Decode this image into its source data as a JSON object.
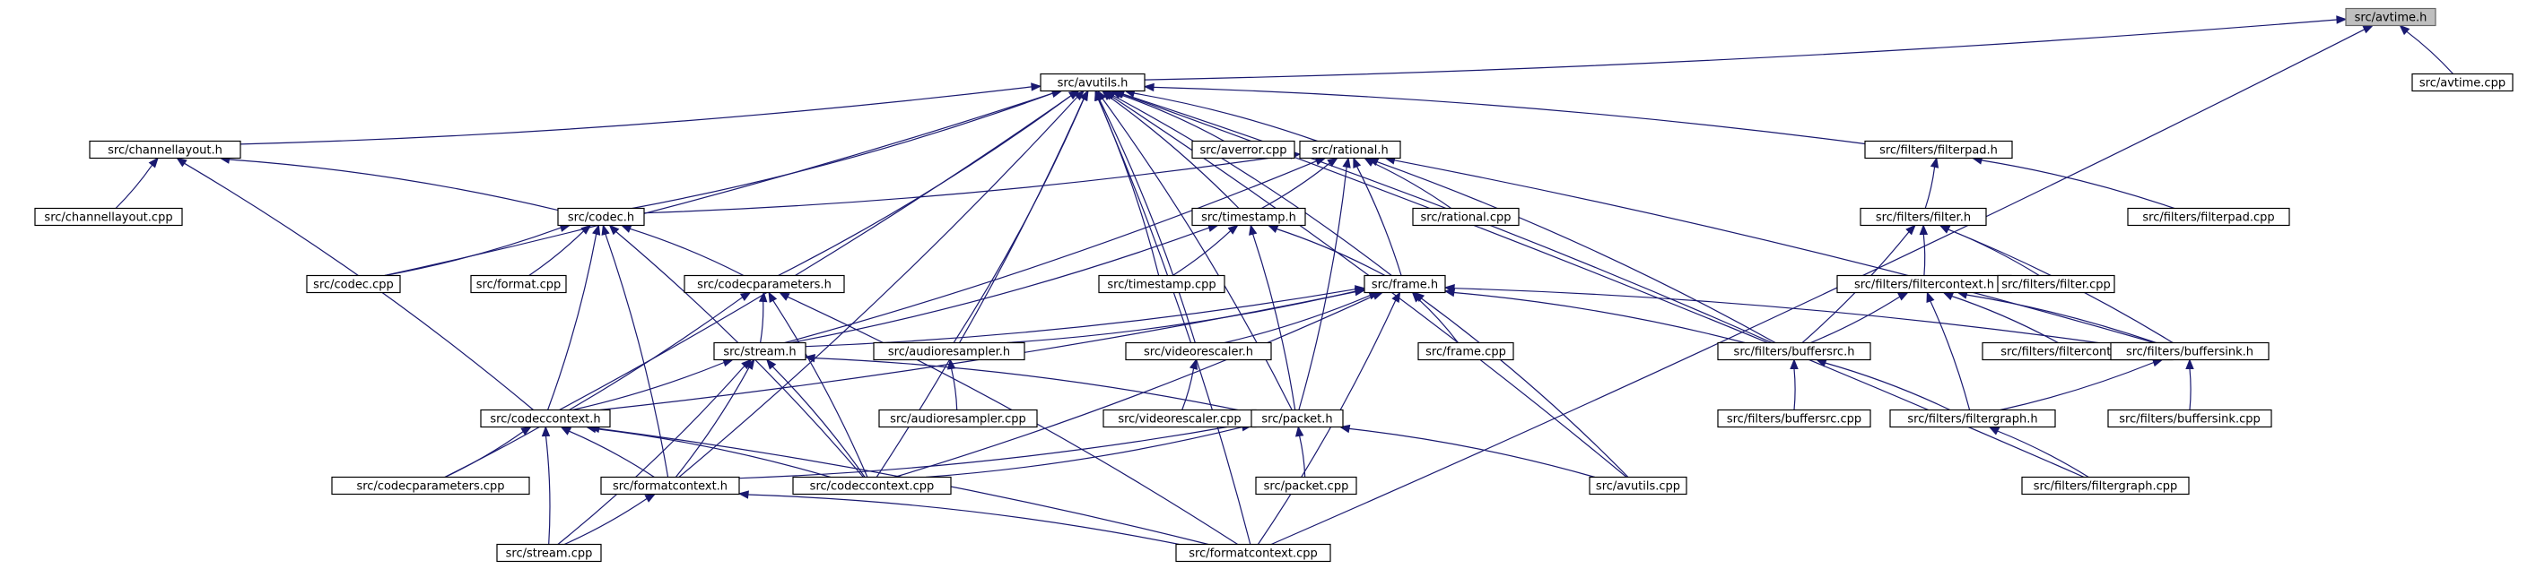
{
  "colors": {
    "edge": "#191970",
    "node_border": "#000000",
    "root_fill": "#bfbfbf",
    "root_border": "#666666"
  },
  "nodes": [
    {
      "id": "avtime_h",
      "label": "src/avtime.h",
      "root": true
    },
    {
      "id": "avutils_h",
      "label": "src/avutils.h"
    },
    {
      "id": "avtime_cpp",
      "label": "src/avtime.cpp"
    },
    {
      "id": "channellayout_h",
      "label": "src/channellayout.h"
    },
    {
      "id": "averror_cpp",
      "label": "src/averror.cpp"
    },
    {
      "id": "rational_h",
      "label": "src/rational.h"
    },
    {
      "id": "filterpad_h",
      "label": "src/filters/filterpad.h"
    },
    {
      "id": "channellayout_cpp",
      "label": "src/channellayout.cpp"
    },
    {
      "id": "codec_h",
      "label": "src/codec.h"
    },
    {
      "id": "timestamp_h",
      "label": "src/timestamp.h"
    },
    {
      "id": "rational_cpp",
      "label": "src/rational.cpp"
    },
    {
      "id": "filter_h",
      "label": "src/filters/filter.h"
    },
    {
      "id": "filterpad_cpp",
      "label": "src/filters/filterpad.cpp"
    },
    {
      "id": "codec_cpp",
      "label": "src/codec.cpp"
    },
    {
      "id": "format_cpp",
      "label": "src/format.cpp"
    },
    {
      "id": "codecparameters_h",
      "label": "src/codecparameters.h"
    },
    {
      "id": "timestamp_cpp",
      "label": "src/timestamp.cpp"
    },
    {
      "id": "frame_h",
      "label": "src/frame.h"
    },
    {
      "id": "filtercontext_h",
      "label": "src/filters/filtercontext.h"
    },
    {
      "id": "filter_cpp",
      "label": "src/filters/filter.cpp"
    },
    {
      "id": "stream_h",
      "label": "src/stream.h"
    },
    {
      "id": "audioresampler_h",
      "label": "src/audioresampler.h"
    },
    {
      "id": "videorescaler_h",
      "label": "src/videorescaler.h"
    },
    {
      "id": "frame_cpp",
      "label": "src/frame.cpp"
    },
    {
      "id": "buffersrc_h",
      "label": "src/filters/buffersrc.h"
    },
    {
      "id": "filtercontext_cpp",
      "label": "src/filters/filtercontext.cpp"
    },
    {
      "id": "buffersink_h",
      "label": "src/filters/buffersink.h"
    },
    {
      "id": "codeccontext_h",
      "label": "src/codeccontext.h"
    },
    {
      "id": "audioresampler_cpp",
      "label": "src/audioresampler.cpp"
    },
    {
      "id": "videorescaler_cpp",
      "label": "src/videorescaler.cpp"
    },
    {
      "id": "packet_h",
      "label": "src/packet.h"
    },
    {
      "id": "buffersrc_cpp",
      "label": "src/filters/buffersrc.cpp"
    },
    {
      "id": "filtergraph_h",
      "label": "src/filters/filtergraph.h"
    },
    {
      "id": "buffersink_cpp",
      "label": "src/filters/buffersink.cpp"
    },
    {
      "id": "codecparameters_cpp",
      "label": "src/codecparameters.cpp"
    },
    {
      "id": "formatcontext_h",
      "label": "src/formatcontext.h"
    },
    {
      "id": "codeccontext_cpp",
      "label": "src/codeccontext.cpp"
    },
    {
      "id": "packet_cpp",
      "label": "src/packet.cpp"
    },
    {
      "id": "avutils_cpp",
      "label": "src/avutils.cpp"
    },
    {
      "id": "filtergraph_cpp",
      "label": "src/filters/filtergraph.cpp"
    },
    {
      "id": "stream_cpp",
      "label": "src/stream.cpp"
    },
    {
      "id": "formatcontext_cpp",
      "label": "src/formatcontext.cpp"
    }
  ],
  "edges": [
    [
      "avtime_h",
      "avutils_h"
    ],
    [
      "avtime_h",
      "avtime_cpp"
    ],
    [
      "avtime_h",
      "formatcontext_cpp"
    ],
    [
      "avutils_h",
      "channellayout_h"
    ],
    [
      "avutils_h",
      "averror_cpp"
    ],
    [
      "avutils_h",
      "rational_h"
    ],
    [
      "avutils_h",
      "filterpad_h"
    ],
    [
      "avutils_h",
      "codec_h"
    ],
    [
      "avutils_h",
      "timestamp_h"
    ],
    [
      "avutils_h",
      "codec_cpp"
    ],
    [
      "avutils_h",
      "codecparameters_h"
    ],
    [
      "avutils_h",
      "timestamp_cpp"
    ],
    [
      "avutils_h",
      "frame_h"
    ],
    [
      "avutils_h",
      "audioresampler_h"
    ],
    [
      "avutils_h",
      "videorescaler_h"
    ],
    [
      "avutils_h",
      "buffersrc_h"
    ],
    [
      "avutils_h",
      "codeccontext_h"
    ],
    [
      "avutils_h",
      "packet_h"
    ],
    [
      "avutils_h",
      "formatcontext_h"
    ],
    [
      "avutils_h",
      "codeccontext_cpp"
    ],
    [
      "avutils_h",
      "avutils_cpp"
    ],
    [
      "avutils_h",
      "filtergraph_cpp"
    ],
    [
      "avutils_h",
      "formatcontext_cpp"
    ],
    [
      "channellayout_h",
      "channellayout_cpp"
    ],
    [
      "channellayout_h",
      "codec_h"
    ],
    [
      "channellayout_h",
      "codeccontext_h"
    ],
    [
      "rational_h",
      "codec_h"
    ],
    [
      "rational_h",
      "timestamp_h"
    ],
    [
      "rational_h",
      "rational_cpp"
    ],
    [
      "rational_h",
      "frame_h"
    ],
    [
      "rational_h",
      "stream_h"
    ],
    [
      "rational_h",
      "packet_h"
    ],
    [
      "rational_h",
      "buffersrc_h"
    ],
    [
      "rational_h",
      "buffersink_h"
    ],
    [
      "filterpad_h",
      "filter_h"
    ],
    [
      "filterpad_h",
      "filterpad_cpp"
    ],
    [
      "codec_h",
      "codec_cpp"
    ],
    [
      "codec_h",
      "format_cpp"
    ],
    [
      "codec_h",
      "codecparameters_h"
    ],
    [
      "codec_h",
      "codeccontext_h"
    ],
    [
      "codec_h",
      "codeccontext_cpp"
    ],
    [
      "codec_h",
      "formatcontext_h"
    ],
    [
      "timestamp_h",
      "timestamp_cpp"
    ],
    [
      "timestamp_h",
      "frame_h"
    ],
    [
      "timestamp_h",
      "stream_h"
    ],
    [
      "timestamp_h",
      "packet_h"
    ],
    [
      "filter_h",
      "filtercontext_h"
    ],
    [
      "filter_h",
      "filter_cpp"
    ],
    [
      "filter_h",
      "buffersrc_h"
    ],
    [
      "filter_h",
      "buffersink_h"
    ],
    [
      "codecparameters_h",
      "stream_h"
    ],
    [
      "codecparameters_h",
      "codecparameters_cpp"
    ],
    [
      "codecparameters_h",
      "codeccontext_cpp"
    ],
    [
      "codecparameters_h",
      "formatcontext_cpp"
    ],
    [
      "frame_h",
      "stream_h"
    ],
    [
      "frame_h",
      "audioresampler_h"
    ],
    [
      "frame_h",
      "videorescaler_h"
    ],
    [
      "frame_h",
      "frame_cpp"
    ],
    [
      "frame_h",
      "buffersrc_h"
    ],
    [
      "frame_h",
      "buffersink_h"
    ],
    [
      "frame_h",
      "codeccontext_h"
    ],
    [
      "frame_h",
      "codeccontext_cpp"
    ],
    [
      "frame_h",
      "avutils_cpp"
    ],
    [
      "frame_h",
      "formatcontext_cpp"
    ],
    [
      "filtercontext_h",
      "buffersrc_h"
    ],
    [
      "filtercontext_h",
      "filtercontext_cpp"
    ],
    [
      "filtercontext_h",
      "buffersink_h"
    ],
    [
      "filtercontext_h",
      "filtergraph_h"
    ],
    [
      "stream_h",
      "codeccontext_h"
    ],
    [
      "stream_h",
      "packet_h"
    ],
    [
      "stream_h",
      "formatcontext_h"
    ],
    [
      "stream_h",
      "codeccontext_cpp"
    ],
    [
      "stream_h",
      "stream_cpp"
    ],
    [
      "audioresampler_h",
      "audioresampler_cpp"
    ],
    [
      "videorescaler_h",
      "videorescaler_cpp"
    ],
    [
      "buffersrc_h",
      "buffersrc_cpp"
    ],
    [
      "buffersrc_h",
      "filtergraph_h"
    ],
    [
      "buffersink_h",
      "buffersink_cpp"
    ],
    [
      "buffersink_h",
      "filtergraph_h"
    ],
    [
      "codeccontext_h",
      "codecparameters_cpp"
    ],
    [
      "codeccontext_h",
      "formatcontext_h"
    ],
    [
      "codeccontext_h",
      "codeccontext_cpp"
    ],
    [
      "codeccontext_h",
      "stream_cpp"
    ],
    [
      "codeccontext_h",
      "formatcontext_cpp"
    ],
    [
      "packet_h",
      "formatcontext_h"
    ],
    [
      "packet_h",
      "codeccontext_cpp"
    ],
    [
      "packet_h",
      "packet_cpp"
    ],
    [
      "packet_h",
      "avutils_cpp"
    ],
    [
      "filtergraph_h",
      "filtergraph_cpp"
    ],
    [
      "formatcontext_h",
      "stream_cpp"
    ],
    [
      "formatcontext_h",
      "formatcontext_cpp"
    ]
  ]
}
